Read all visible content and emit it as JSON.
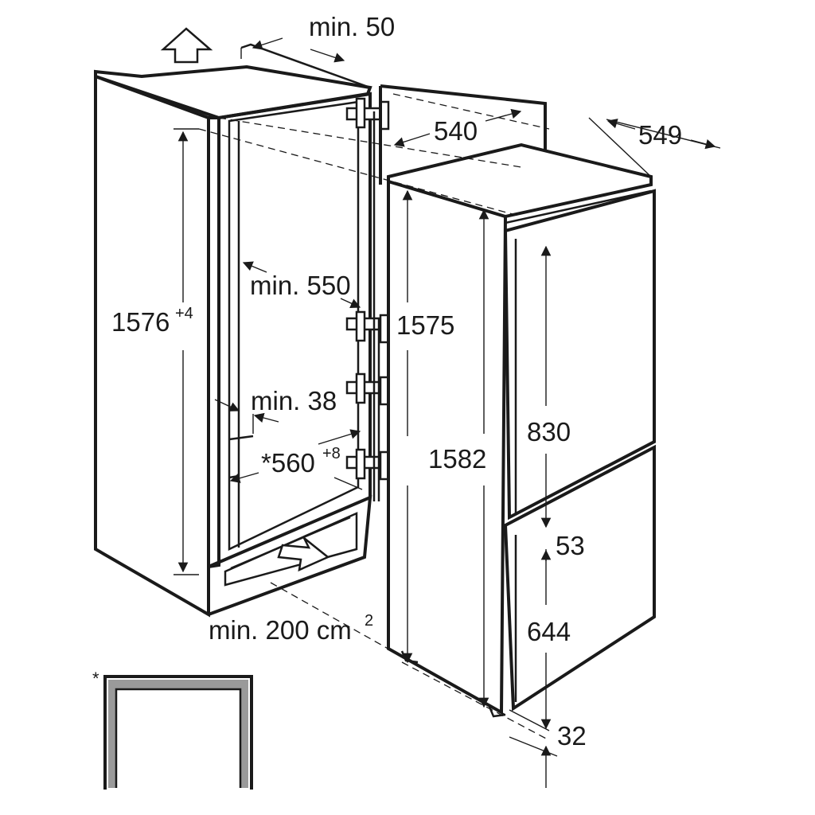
{
  "dimensions": {
    "min_50": "min. 50",
    "niche_depth": "549",
    "appliance_width": "540",
    "niche_height": "1576",
    "niche_height_tol": "+4",
    "appliance_height_body": "1575",
    "appliance_height_total": "1582",
    "min_550": "min. 550",
    "min_38": "min. 38",
    "niche_width": "*560",
    "niche_width_tol": "+8",
    "upper_door": "830",
    "door_gap": "53",
    "lower_door": "644",
    "bottom_offset": "32",
    "vent_area": "min. 200 cm",
    "vent_area_exp": "2"
  },
  "footnote": {
    "mark": "*"
  }
}
